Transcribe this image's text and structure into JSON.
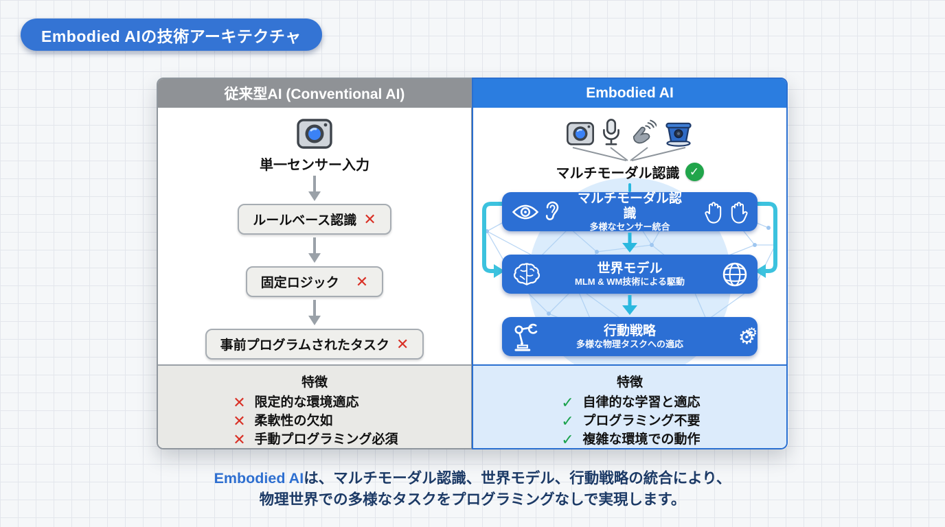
{
  "title_badge": {
    "label": "Embodied AIの技術アーキテクチャ"
  },
  "comparison": {
    "left": {
      "header": "従来型AI (Conventional AI)",
      "sensor_caption": "単一センサー入力",
      "steps": [
        "ルールベース認識",
        "固定ロジック",
        "事前プログラムされたタスク"
      ],
      "fail_mark": "✕",
      "features": {
        "title": "特徴",
        "items": [
          "限定的な環境適応",
          "柔軟性の欠如",
          "手動プログラミング必須"
        ]
      }
    },
    "right": {
      "header": "Embodied AI",
      "recognition_caption": "マルチモーダル認識",
      "check_mark": "✓",
      "blocks": [
        {
          "title": "マルチモーダル認識",
          "subtitle": "多様なセンサー統合"
        },
        {
          "title": "世界モデル",
          "subtitle": "MLM & WM技術による駆動"
        },
        {
          "title": "行動戦略",
          "subtitle": "多様な物理タスクへの適応"
        }
      ],
      "features": {
        "title": "特徴",
        "items": [
          "自律的な学習と適応",
          "プログラミング不要",
          "複雑な環境での動作"
        ]
      }
    }
  },
  "caption": {
    "highlight": "Embodied AI",
    "line1_rest": "は、マルチモーダル認識、世界モデル、行動戦略の統合により、",
    "line2": "物理世界での多様なタスクをプログラミングなしで実現します。"
  },
  "icons": {
    "gear_glyph": "⚙"
  },
  "colors": {
    "accent_blue": "#2b7de0",
    "box_blue": "#2c6fd4",
    "header_gray": "#8f9296",
    "cyan": "#2ab8df",
    "success_green": "#1aa24c",
    "error_red": "#d93025"
  }
}
